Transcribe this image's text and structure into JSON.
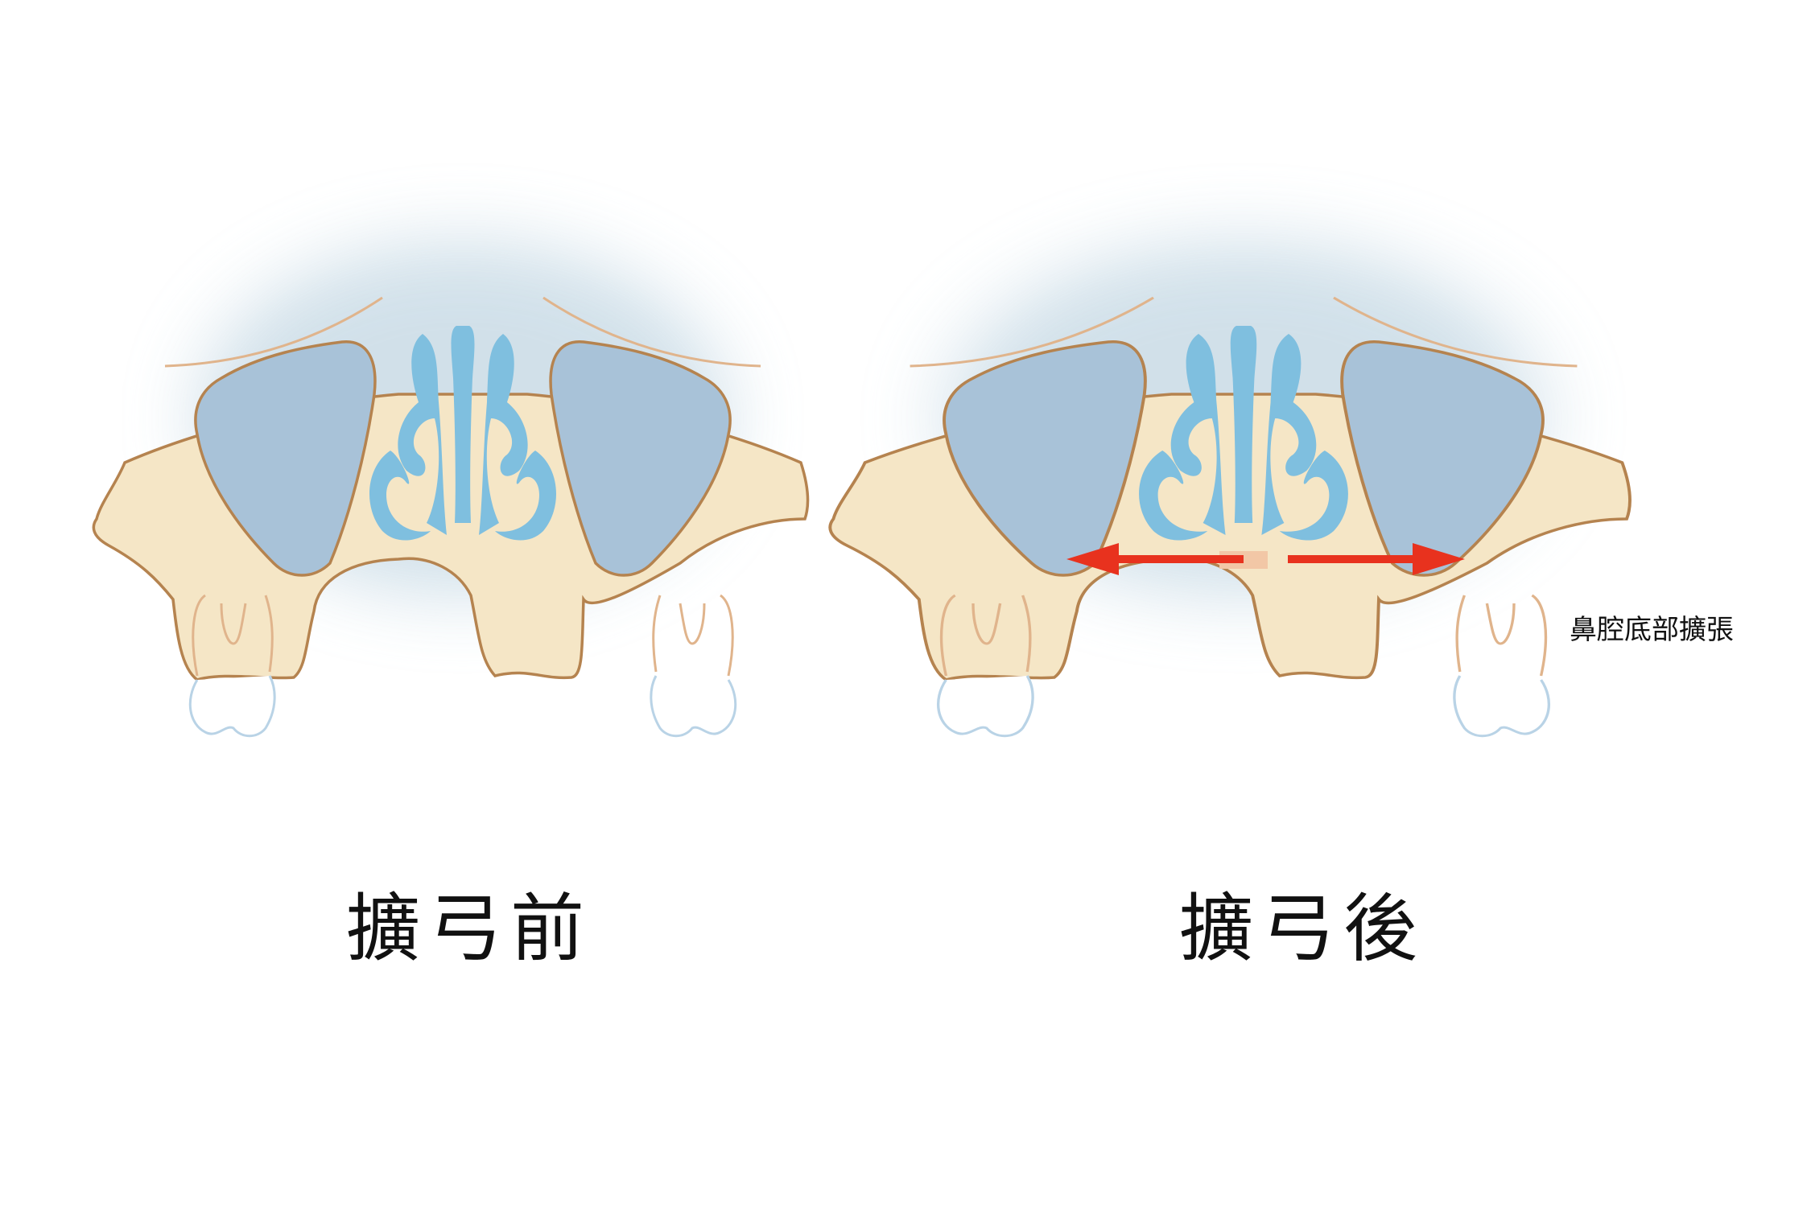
{
  "captions": {
    "before": "擴弓前",
    "after": "擴弓後"
  },
  "annotation": "鼻腔底部擴張",
  "colors": {
    "bone": "#f5e6c6",
    "bone_outline": "#b5834f",
    "sinus": "#a8c2d8",
    "nasal_cavity": "#7fbfdf",
    "tooth_outline": "#b9d3e6",
    "root_line": "#e0b48c",
    "arrow": "#e8321e",
    "suture_gap": "#f2c7a6",
    "halo": "#c9dbe6"
  }
}
